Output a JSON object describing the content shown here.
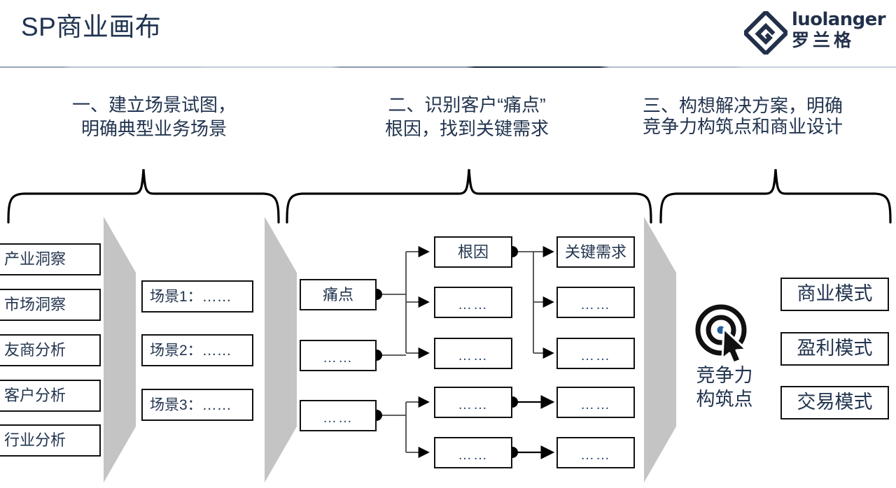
{
  "header": {
    "title": "SP商业画布",
    "logo": {
      "english": "luolanger",
      "chinese": "罗兰格",
      "mark_icon": "diamond-g-logo-icon"
    }
  },
  "sections": [
    {
      "id": "section-1",
      "heading": "一、建立场景试图，\n明确典型业务场景"
    },
    {
      "id": "section-2",
      "heading": "二、识别客户“痛点”\n根因，找到关键需求"
    },
    {
      "id": "section-3",
      "heading": "三、构想解决方案，明确\n竞争力构筑点和商业设计"
    }
  ],
  "analysis_column": {
    "items": [
      {
        "label": "产业洞察"
      },
      {
        "label": "市场洞察"
      },
      {
        "label": "友商分析"
      },
      {
        "label": "客户分析"
      },
      {
        "label": "行业分析"
      }
    ]
  },
  "scenario_column": {
    "items": [
      {
        "label": "场景1：……"
      },
      {
        "label": "场景2：……"
      },
      {
        "label": "场景3：……"
      }
    ]
  },
  "painpoint_flow": {
    "painpoints": [
      {
        "label": "痛点"
      },
      {
        "label": "……"
      },
      {
        "label": "……"
      }
    ],
    "root_causes": [
      {
        "label": "根因"
      },
      {
        "label": "……"
      },
      {
        "label": "……"
      },
      {
        "label": "……"
      },
      {
        "label": "……"
      }
    ],
    "key_needs": [
      {
        "label": "关键需求"
      },
      {
        "label": "……"
      },
      {
        "label": "……"
      },
      {
        "label": "……"
      },
      {
        "label": "……"
      }
    ]
  },
  "competitiveness": {
    "icon": "target-cursor-icon",
    "label": "竞争力\n构筑点"
  },
  "business_models": {
    "items": [
      {
        "label": "商业模式"
      },
      {
        "label": "盈利模式"
      },
      {
        "label": "交易模式"
      }
    ]
  },
  "colors": {
    "navy": "#22344f",
    "title_navy": "#1f3350",
    "box_border": "#111111",
    "chevron_gray": "#c4c4c4",
    "accent_blue": "#2a4a74"
  }
}
